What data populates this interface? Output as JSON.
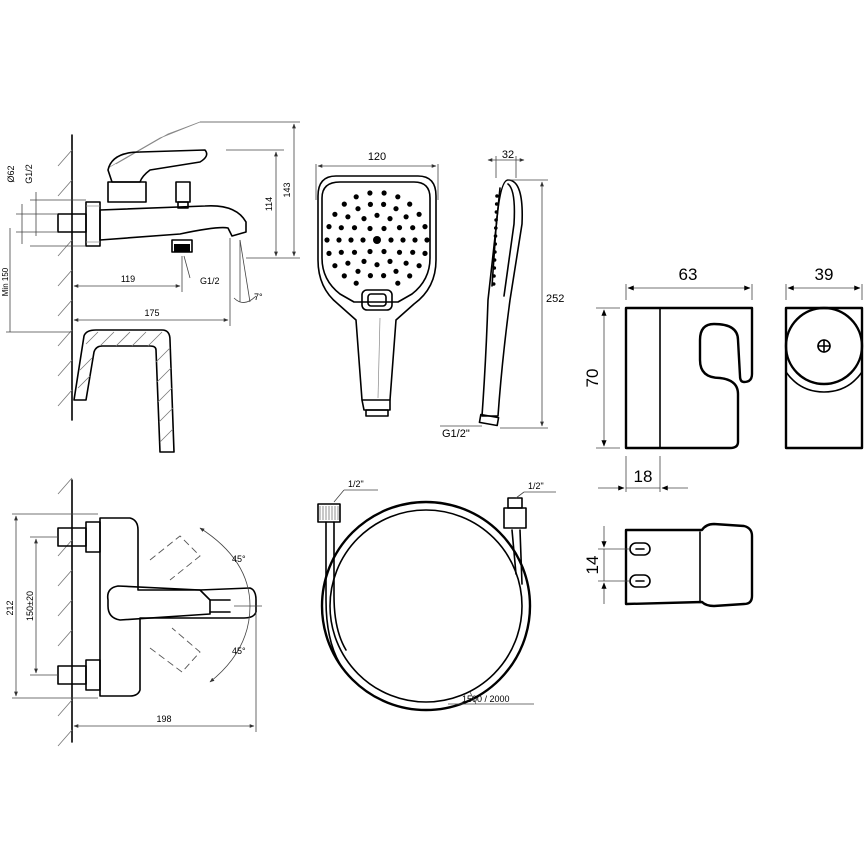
{
  "faucet_side": {
    "width_total": "175",
    "width_outlet": "119",
    "height_total": "143",
    "height_spout": "114",
    "outlet_thread": "G1/2",
    "inlet_thread": "G1/2",
    "escutcheon_dia": "Ø62",
    "spout_angle": "7°",
    "min_height": "Min 150"
  },
  "faucet_front": {
    "height": "212",
    "inlet_spacing": "150±20",
    "width": "198",
    "lever_angle_up": "45°",
    "lever_angle_down": "45°"
  },
  "hand_shower": {
    "width": "120",
    "depth": "32",
    "length": "252",
    "thread": "G1/2\""
  },
  "hose": {
    "end_left": "1/2\"",
    "end_right": "1/2\"",
    "length": "1500 / 2000"
  },
  "holder": {
    "width": "63",
    "depth": "39",
    "height": "70",
    "base": "18",
    "hole_spacing": "14"
  }
}
